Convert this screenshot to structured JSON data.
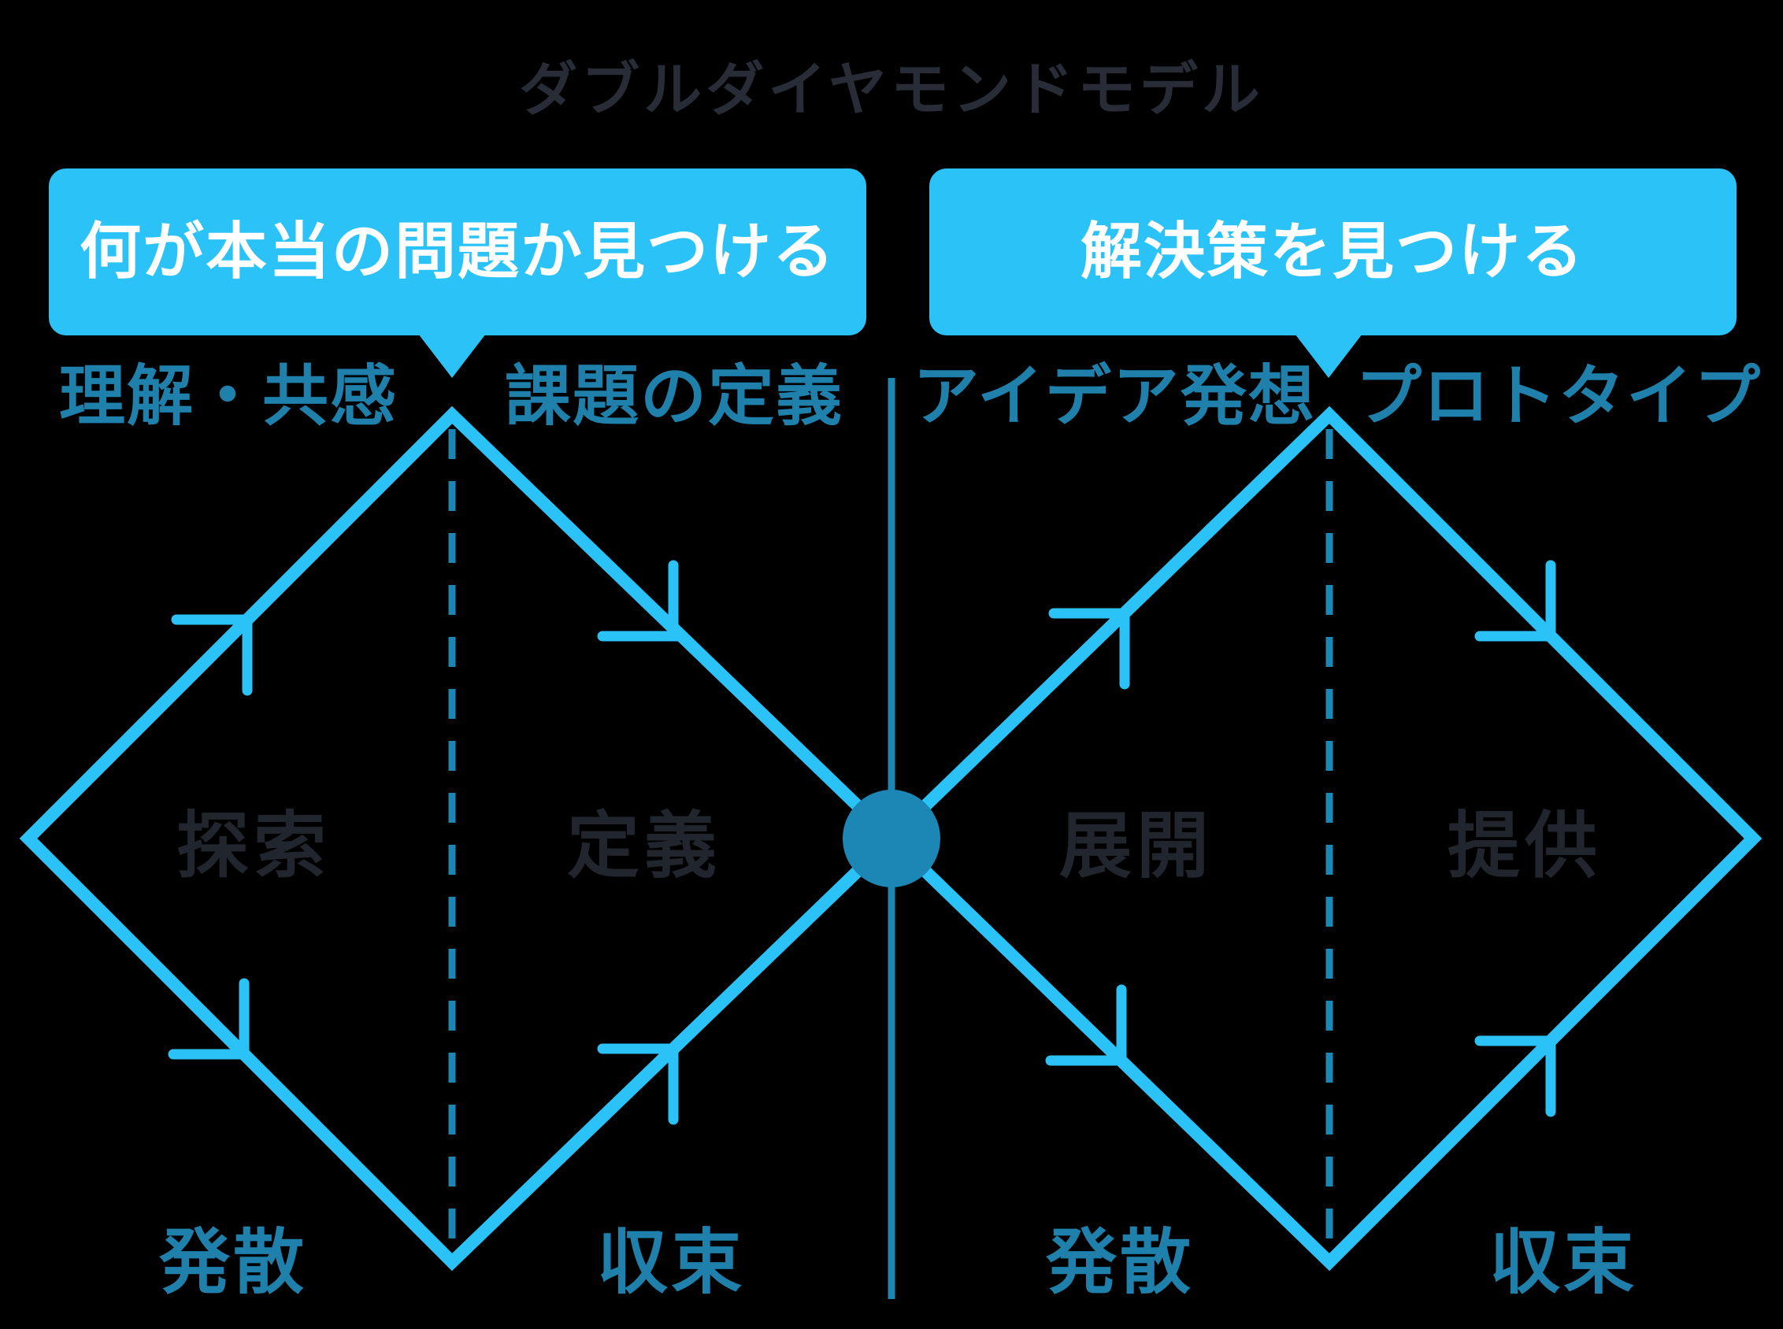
{
  "title": {
    "text": "ダブルダイヤモンドモデル"
  },
  "callouts": {
    "left": {
      "text": "何が本当の問題か見つける"
    },
    "right": {
      "text": "解決策を見つける"
    }
  },
  "phases": {
    "left_diamond": {
      "top_left_label": "理解・共感",
      "top_right_label": "課題の定義",
      "inner_left_label": "探索",
      "inner_right_label": "定義",
      "bottom_left_label": "発散",
      "bottom_right_label": "収束"
    },
    "right_diamond": {
      "top_left_label": "アイデア発想",
      "top_right_label": "プロトタイプ",
      "inner_left_label": "展開",
      "inner_right_label": "提供",
      "bottom_left_label": "発散",
      "bottom_right_label": "収束"
    }
  },
  "colors": {
    "background": "#000000",
    "cyan": "#2BC2F7",
    "teal": "#1C87B5",
    "label_blue": "#1E80AB",
    "dark_text": "#21252D",
    "title_text": "#272C36",
    "bubble_text": "#FFFFFF"
  }
}
